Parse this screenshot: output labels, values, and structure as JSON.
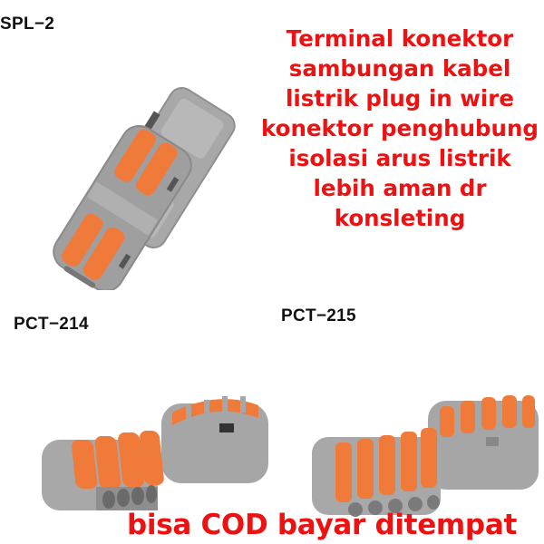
{
  "labels": {
    "spl2": "SPL−2",
    "pct214": "PCT−214",
    "pct215": "PCT−215"
  },
  "headline": {
    "lines": [
      "Terminal konektor",
      "sambungan kabel",
      "listrik plug in wire",
      "konektor penghubung",
      "isolasi arus listrik",
      "lebih aman dr",
      "konsleting"
    ]
  },
  "footer": {
    "text": "bisa COD bayar ditempat"
  },
  "products": [
    {
      "model": "SPL-2",
      "levers": 2,
      "count": 2
    },
    {
      "model": "PCT-214",
      "levers": 4,
      "count": 2
    },
    {
      "model": "PCT-215",
      "levers": 5,
      "count": 2
    }
  ],
  "colors": {
    "text_red": "#ee1111",
    "label_black": "#111111",
    "body_grey": "#a9a9a9",
    "lever_orange": "#f07a3a",
    "background": "#ffffff"
  }
}
